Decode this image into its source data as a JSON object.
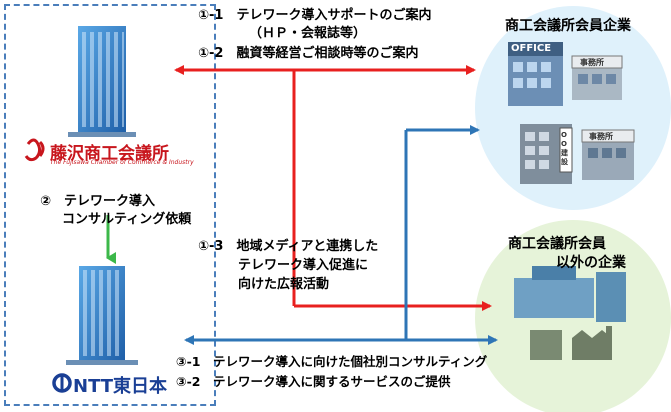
{
  "org_left": {
    "chamber_name": "藤沢商工会議所",
    "chamber_subtitle": "The Fujisawa Chamber of Commerce & Industry",
    "ntt_name": "NTT東日本"
  },
  "flows": {
    "f1_1_line1": "①-1　テレワーク導入サポートのご案内",
    "f1_1_line2": "（ＨＰ・会報誌等）",
    "f1_2": "①-2　融資等経営ご相談時等のご案内",
    "f2_line1": "②　テレワーク導入",
    "f2_line2": "コンサルティング依頼",
    "f1_3_line1": "①-3　地域メディアと連携した",
    "f1_3_line2": "テレワーク導入促進に",
    "f1_3_line3": "向けた広報活動",
    "f3_1": "③-1　テレワーク導入に向けた個社別コンサルティング",
    "f3_2": "③-2　テレワーク導入に関するサービスのご提供"
  },
  "targets": {
    "member_title": "商工会議所会員企業",
    "nonmember_line1": "商工会議所会員",
    "nonmember_line2": "以外の企業",
    "office_sign": "OFFICE",
    "jimusho_sign": "事務所",
    "jimusho_sign2": "事務所",
    "oo_sign": "OO建設"
  },
  "colors": {
    "red_arrow": "#e8201f",
    "blue_arrow": "#2e75b6",
    "green_arrow": "#3cb84a",
    "member_blob": "#dff1fb",
    "nonmember_blob": "#e6f3d9",
    "dash_border": "#4a7ebb"
  }
}
